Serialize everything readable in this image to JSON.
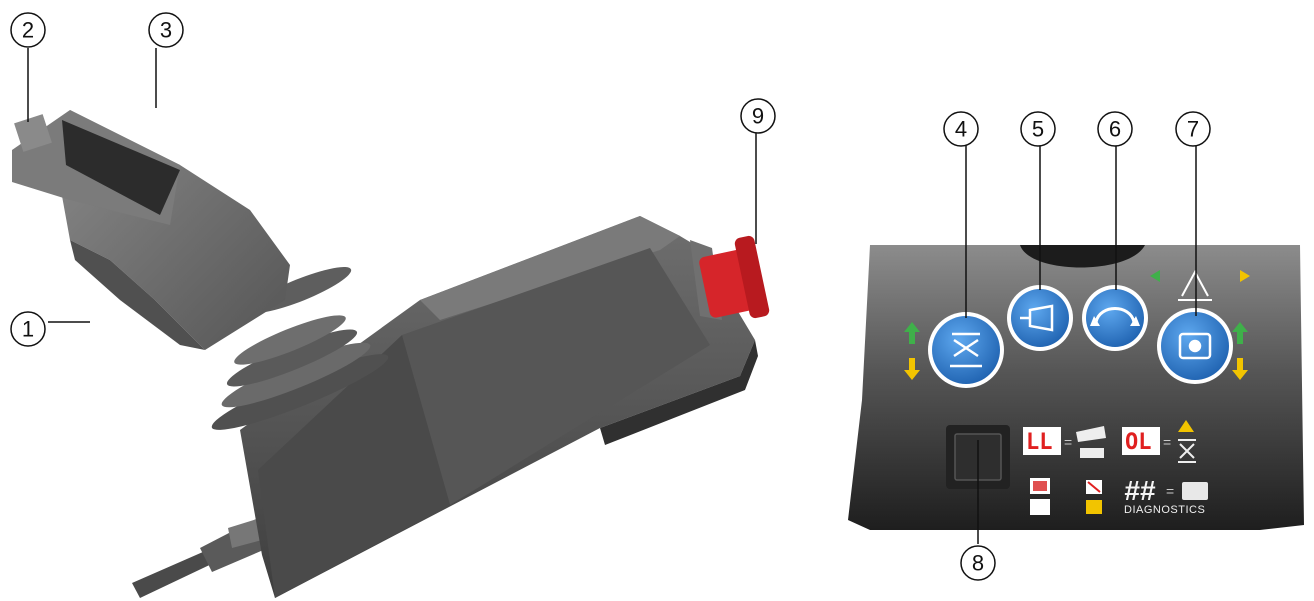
{
  "callouts": [
    {
      "id": "1",
      "label": "1"
    },
    {
      "id": "2",
      "label": "2"
    },
    {
      "id": "3",
      "label": "3"
    },
    {
      "id": "4",
      "label": "4"
    },
    {
      "id": "5",
      "label": "5"
    },
    {
      "id": "6",
      "label": "6"
    },
    {
      "id": "7",
      "label": "7"
    },
    {
      "id": "8",
      "label": "8"
    },
    {
      "id": "9",
      "label": "9"
    }
  ],
  "panel": {
    "code_ll": "LL",
    "code_ol": "OL",
    "hash": "##",
    "diagnostics": "DIAGNOSTICS",
    "equals": "="
  },
  "colors": {
    "button_blue": "#2f7fd0",
    "estop_red": "#d6252a",
    "led_red": "#e02020",
    "arrow_green": "#3fb04a",
    "arrow_yellow": "#f2c400"
  },
  "icons": {
    "button_4": "scissor-lift-icon",
    "button_5": "horn-icon",
    "button_6": "rotate-icon",
    "button_7": "steer-axle-icon",
    "estop": "emergency-stop-icon"
  }
}
